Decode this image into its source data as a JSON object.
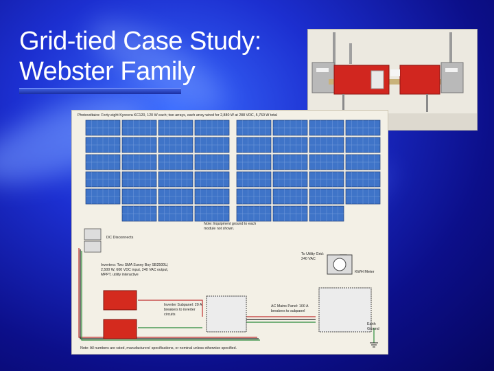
{
  "slide": {
    "title_line1": "Grid-tied Case Study:",
    "title_line2": "Webster Family"
  },
  "diagram": {
    "pv_label": "Photovoltaics: Forty-eight Kyocera KC120, 120 W each; two arrays, each array wired for 2,880 W at 288 VDC, 5,760 W total",
    "note_ground": "Note: Equipment ground to each module not shown.",
    "dc_disconnects": "DC Disconnects",
    "inverters_label": "Inverters: Two SMA Sunny Boy SB2500U, 2,500 W, 600 VDC input, 240 VAC output, MPPT, utility interactive",
    "utility_grid": "To Utility Grid: 240 VAC",
    "kwh_meter": "KWH Meter",
    "inverter_subpanel": "Inverter Subpanel: 20 A breakers to inverter circuits",
    "ac_mains": "AC Mains Panel: 100 A breakers to subpanel",
    "earth_ground": "Earth Ground",
    "footnote": "Note: All numbers are rated, manufacturers' specifications, or nominal unless otherwise specified."
  }
}
